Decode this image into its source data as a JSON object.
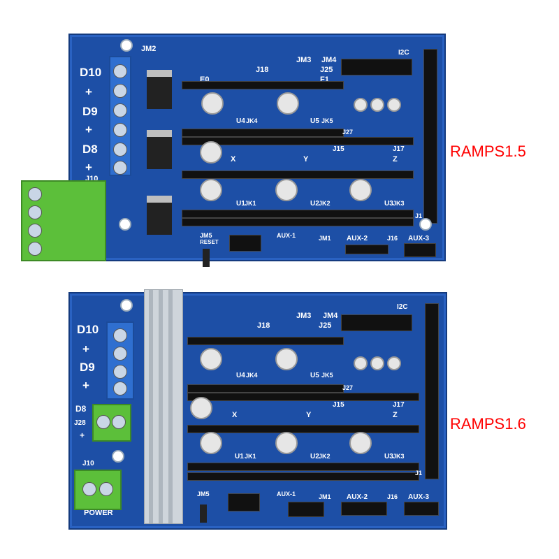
{
  "labels": {
    "top": "RAMPS1.5",
    "bottom": "RAMPS1.6"
  },
  "board1": {
    "silk": [
      "D10",
      "+",
      "D9",
      "+",
      "D8",
      "+",
      "J10",
      "JM2",
      "JM3",
      "JM4",
      "J18",
      "J25",
      "F1",
      "E0",
      "I2C",
      "X",
      "Y",
      "Z",
      "U1",
      "U2",
      "U3",
      "U4",
      "U5",
      "J27",
      "J17",
      "J15",
      "JK1",
      "JK2",
      "JK3",
      "JK4",
      "JK5",
      "JM5",
      "RESET",
      "AUX-1",
      "AUX-2",
      "AUX-3",
      "JM1",
      "J16",
      "J1"
    ]
  },
  "board2": {
    "silk": [
      "D10",
      "+",
      "D9",
      "+",
      "D8",
      "J28",
      "+",
      "J10",
      "POWER",
      "JM3",
      "JM4",
      "J18",
      "J25",
      "I2C",
      "X",
      "Y",
      "Z",
      "U1",
      "U2",
      "U3",
      "U4",
      "U5",
      "J27",
      "J17",
      "J15",
      "JK1",
      "JK2",
      "JK3",
      "JK4",
      "JK5",
      "JM5",
      "AUX-1",
      "AUX-2",
      "AUX-3",
      "JM1",
      "J16",
      "J1"
    ]
  },
  "colors": {
    "pcb": "#1d4fa6",
    "label": "#ff0000",
    "terminal_green": "#5cbf3a",
    "terminal_blue": "#2f6fd0"
  }
}
